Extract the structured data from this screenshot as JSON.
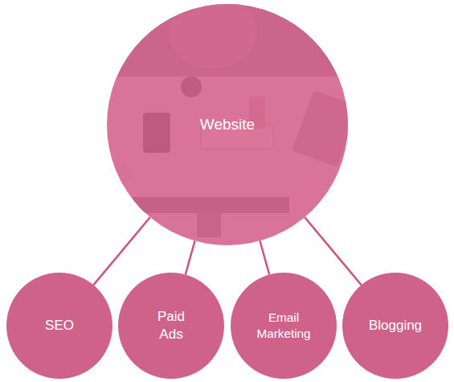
{
  "diagram": {
    "nodes": [
      {
        "text": [
          "Website"
        ]
      },
      {
        "text": [
          "SEO"
        ]
      },
      {
        "text": [
          "Paid Ads"
        ]
      },
      {
        "text": [
          "Email Marketing"
        ]
      },
      {
        "text": [
          "Blogging"
        ]
      }
    ],
    "edges": [
      {
        "from": 0,
        "to": 1,
        "arrow": "none"
      },
      {
        "from": 0,
        "to": 2,
        "arrow": "none"
      },
      {
        "from": 0,
        "to": 3,
        "arrow": "none"
      },
      {
        "from": 0,
        "to": 4,
        "arrow": "none"
      }
    ]
  }
}
